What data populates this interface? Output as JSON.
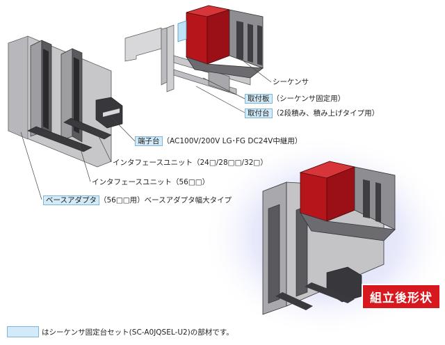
{
  "labels": {
    "sequencer": "シーケンサ",
    "mount_plate": "取付板",
    "mount_plate_desc": "（シーケンサ固定用）",
    "mount_base": "取付台",
    "mount_base_desc": "（2段積み、積み上げタイプ用）",
    "terminal_block": "端子台",
    "terminal_block_desc": "（AC100V/200V LG･FG DC24V中継用）",
    "interface_unit_1": "インタフェースユニット（24□/28□□/32□）",
    "interface_unit_2": "インタフェースユニット（56□□）",
    "base_adapter": "ベースアダプタ",
    "base_adapter_desc": "（56□□用）ベースアダプタ幅大タイプ"
  },
  "badge": "組立後形状",
  "legend": "はシーケンサ固定台セット(SC-A0JQSEL-U2)の部材です。",
  "colors": {
    "red": "#c0161c",
    "highlight": "#d3ebf8",
    "gray": "#b5b5b8",
    "dark": "#3e3e42"
  }
}
